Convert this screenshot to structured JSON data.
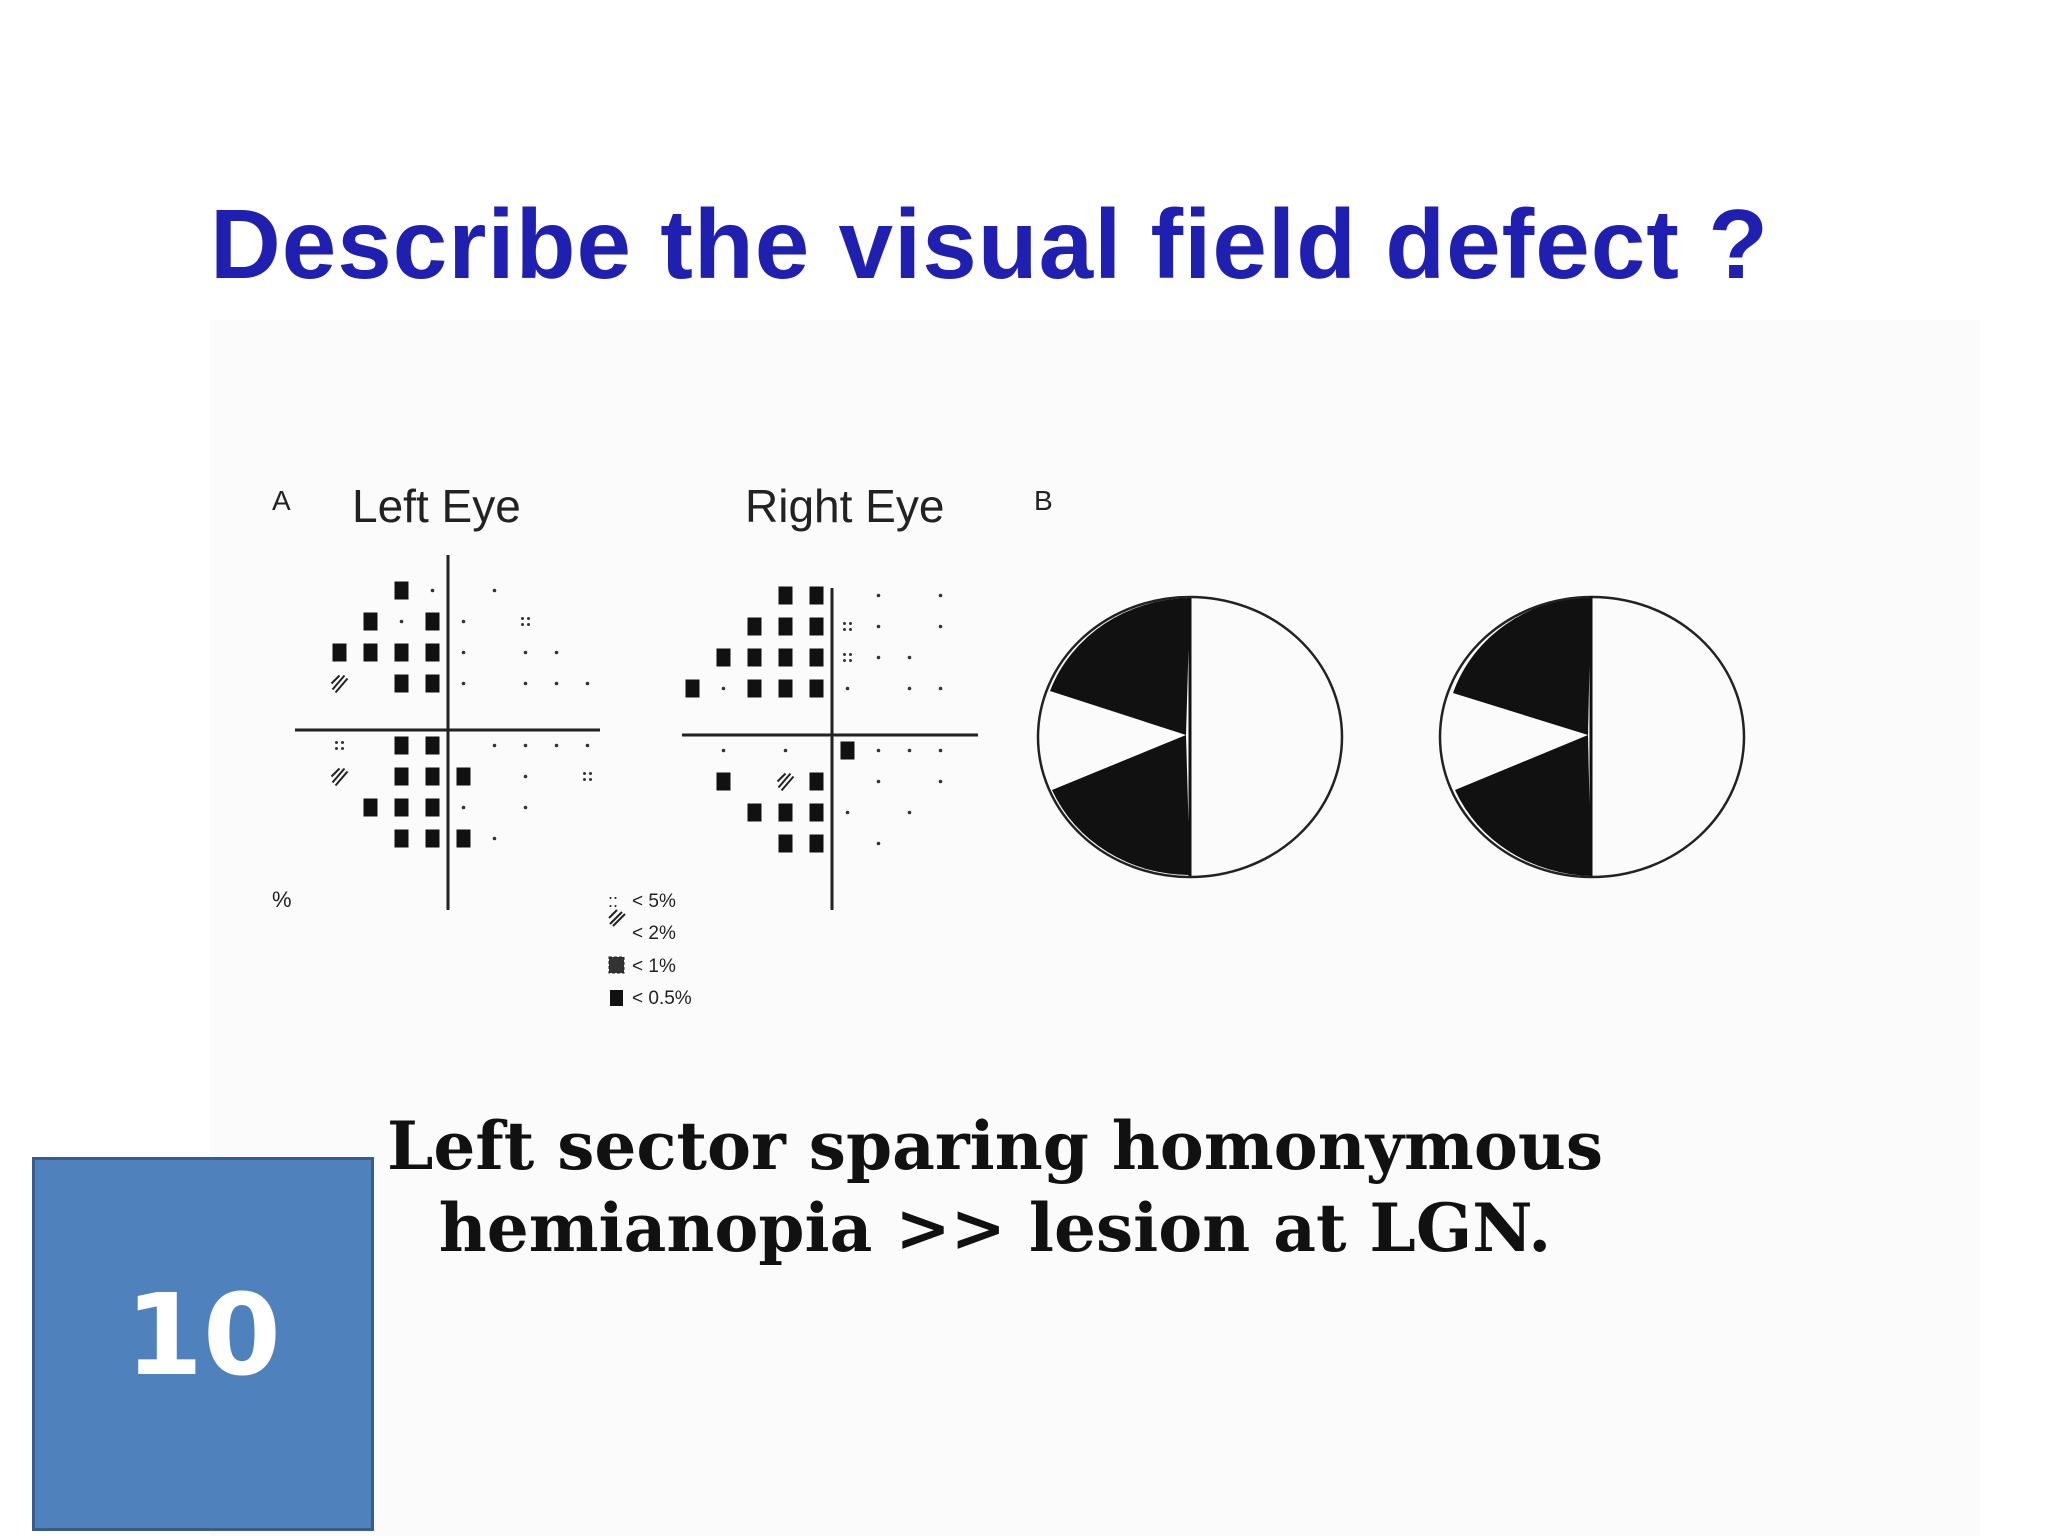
{
  "slide": {
    "title": "Describe the visual field defect ?",
    "number": "10",
    "answer_lines": [
      "Left sector sparing homonymous",
      "hemianopia >> lesion at LGN."
    ],
    "colors": {
      "title": "#2020b0",
      "number_box": "#4f81bd",
      "number_text": "#ffffff"
    }
  },
  "figure": {
    "panel_a_label": "A",
    "panel_b_label": "B",
    "left_eye_label": "Left Eye",
    "right_eye_label": "Right Eye",
    "percent_label": "%",
    "legend": [
      {
        "symbol": "::",
        "label": "< 5%"
      },
      {
        "symbol": "hatched",
        "label": "< 2%"
      },
      {
        "symbol": "dense",
        "label": "< 1%"
      },
      {
        "symbol": "solid",
        "label": "< 0.5%"
      }
    ],
    "defect_description": "Left homonymous hemianopia with spared horizontal wedge sector in both eyes"
  }
}
